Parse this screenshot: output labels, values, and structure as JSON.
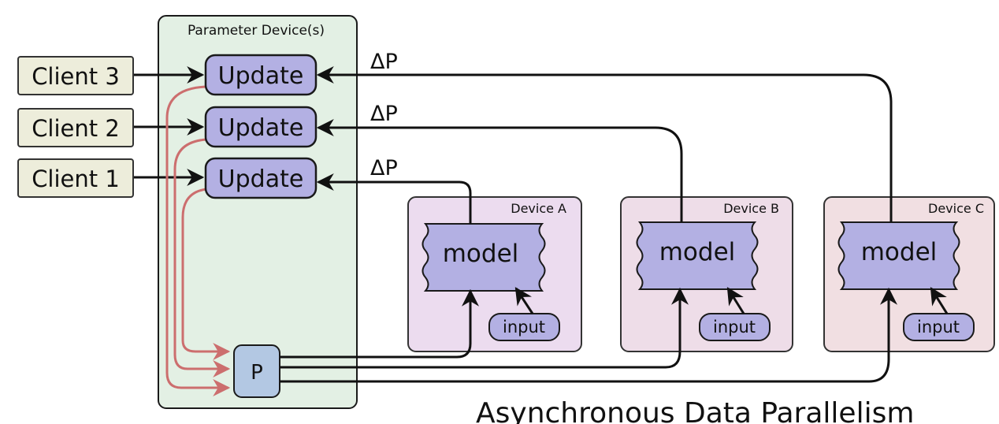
{
  "param_group": {
    "label": "Parameter Device(s)"
  },
  "clients": [
    {
      "label": "Client 3"
    },
    {
      "label": "Client 2"
    },
    {
      "label": "Client 1"
    }
  ],
  "updates": [
    {
      "label": "Update"
    },
    {
      "label": "Update"
    },
    {
      "label": "Update"
    }
  ],
  "delta_labels": [
    "ΔP",
    "ΔP",
    "ΔP"
  ],
  "params": {
    "label": "P"
  },
  "devices": [
    {
      "label": "Device A",
      "model": "model",
      "input": "input"
    },
    {
      "label": "Device B",
      "model": "model",
      "input": "input"
    },
    {
      "label": "Device C",
      "model": "model",
      "input": "input"
    }
  ],
  "title": "Asynchronous Data Parallelism",
  "colors": {
    "param_fill": "#e3f0e4",
    "client_fill": "#ededdb",
    "update_fill": "#b3b0e3",
    "p_fill": "#b3c8e3",
    "device_a_fill": "#ecdcef",
    "device_b_fill": "#eedde8",
    "device_c_fill": "#f1dfe2",
    "red_arrow": "#cc6e6e"
  }
}
